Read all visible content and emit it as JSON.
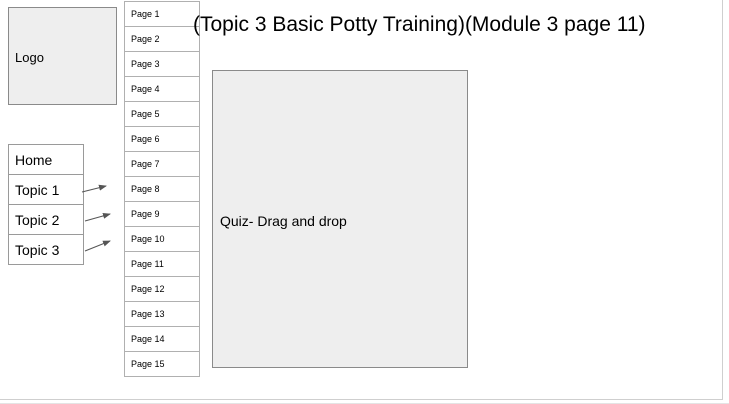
{
  "logo": {
    "label": "Logo"
  },
  "nav": {
    "items": [
      {
        "label": "Home"
      },
      {
        "label": "Topic 1"
      },
      {
        "label": "Topic 2"
      },
      {
        "label": "Topic 3"
      }
    ]
  },
  "pages": {
    "items": [
      "Page 1",
      "Page 2",
      "Page 3",
      "Page 4",
      "Page 5",
      "Page 6",
      "Page 7",
      "Page 8",
      "Page 9",
      "Page 10",
      "Page 11",
      "Page 12",
      "Page 13",
      "Page 14",
      "Page 15"
    ]
  },
  "header": {
    "title": "(Topic 3 Basic Potty Training)(Module 3 page 11)"
  },
  "main": {
    "content_label": "Quiz- Drag and drop"
  }
}
